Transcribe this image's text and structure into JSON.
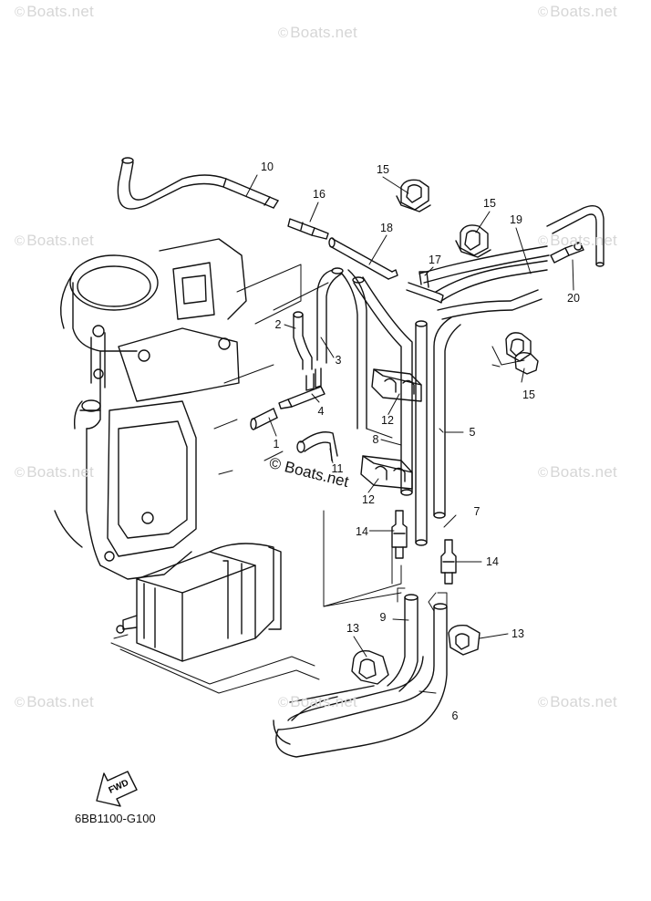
{
  "watermark": {
    "text": "Boats.net",
    "symbol": "©"
  },
  "callouts": {
    "c1": "1",
    "c2": "2",
    "c3": "3",
    "c4": "4",
    "c5": "5",
    "c6": "6",
    "c7": "7",
    "c8": "8",
    "c9": "9",
    "c10": "10",
    "c11": "11",
    "c12a": "12",
    "c12b": "12",
    "c13a": "13",
    "c13b": "13",
    "c14a": "14",
    "c14b": "14",
    "c15a": "15",
    "c15b": "15",
    "c15c": "15",
    "c16": "16",
    "c17": "17",
    "c18": "18",
    "c19": "19",
    "c20": "20"
  },
  "fwd_label": "FWD",
  "part_code": "6BB1100-G100"
}
